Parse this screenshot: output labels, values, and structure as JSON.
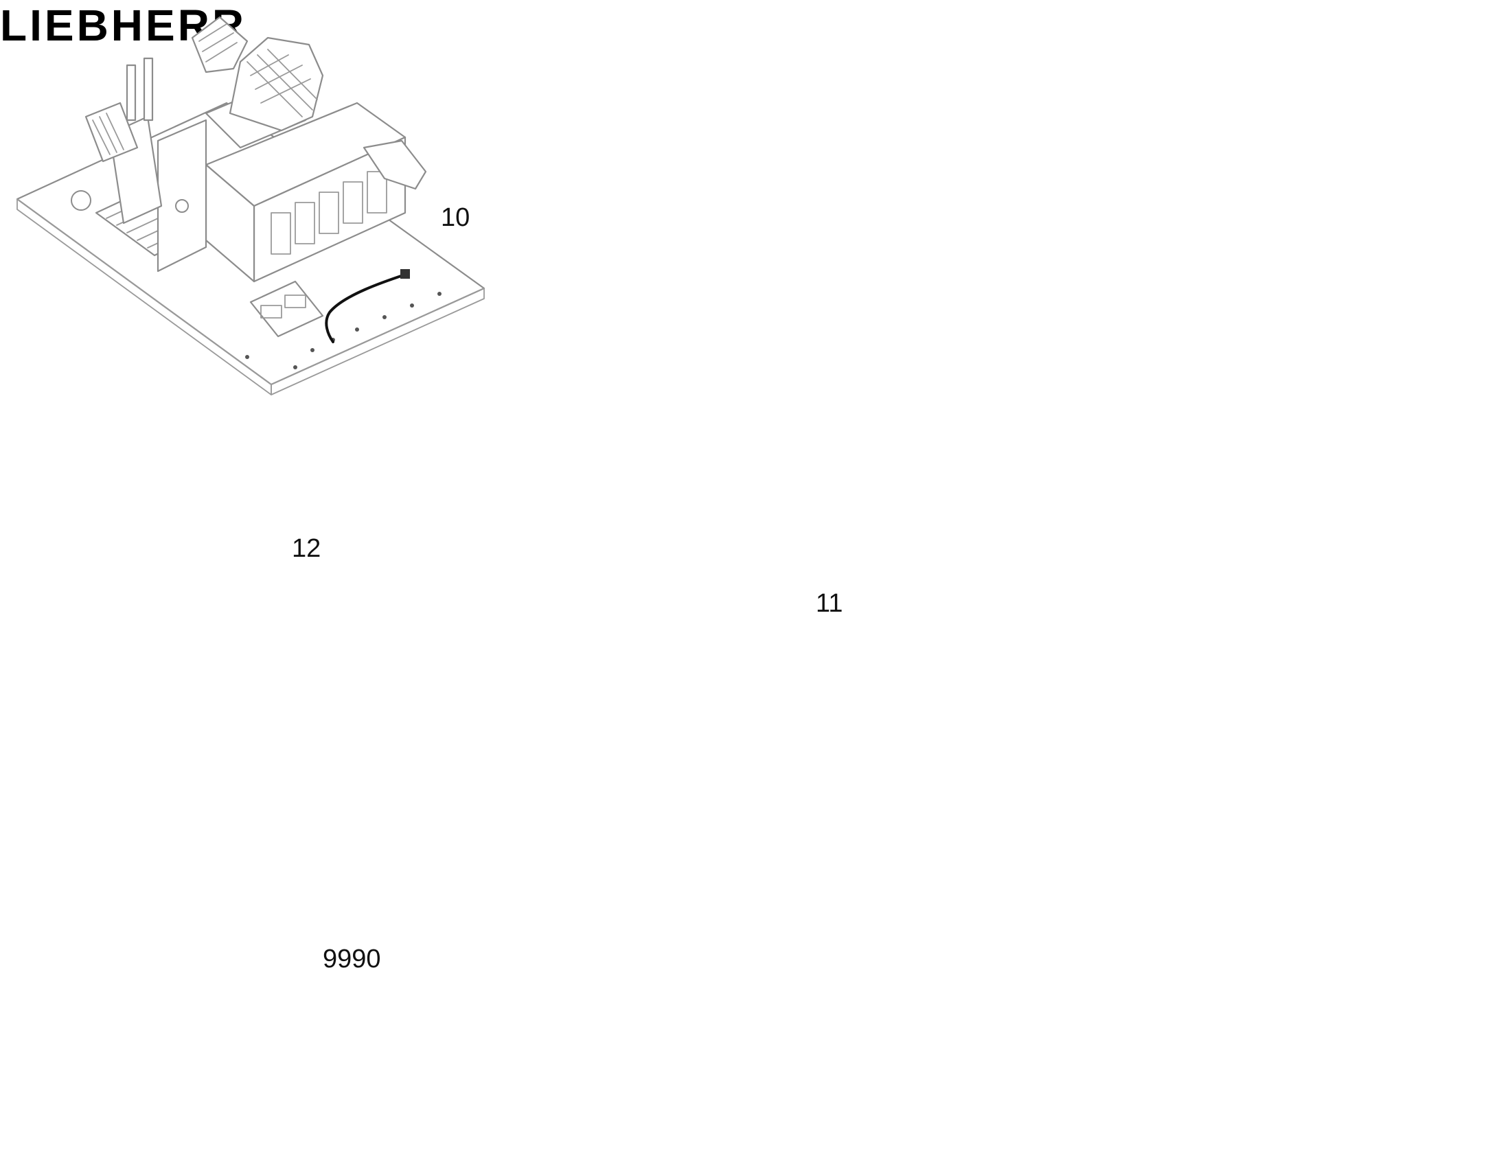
{
  "callouts": {
    "cab_assembly": "10",
    "uppercarriage_assembly": "11",
    "boom_stick_assembly": "12",
    "manual": "9990"
  },
  "boom_branding": "LIEBHERR",
  "colors": {
    "background": "#ffffff",
    "outline": "#8c8c8c",
    "harness": "#111111"
  },
  "icons": {
    "manual": "open-book-icon",
    "warning": "warning-triangle-icon"
  }
}
